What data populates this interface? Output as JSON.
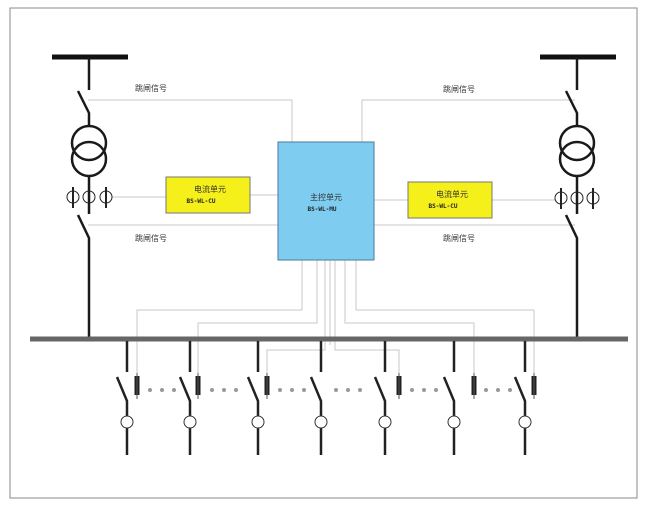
{
  "labels": {
    "trip_signal_top_left": "跳闸信号",
    "trip_signal_top_right": "跳闸信号",
    "trip_signal_bottom_left": "跳闸信号",
    "trip_signal_bottom_right": "跳闸信号"
  },
  "main_unit": {
    "title": "主控单元",
    "code": "BS-WL-MU",
    "color": "#7ecdf0"
  },
  "current_unit_left": {
    "title": "电流单元",
    "code": "BS-WL-CU",
    "color": "#f5ef1a"
  },
  "current_unit_right": {
    "title": "电流单元",
    "code": "BS-WL-CU",
    "color": "#f5ef1a"
  }
}
